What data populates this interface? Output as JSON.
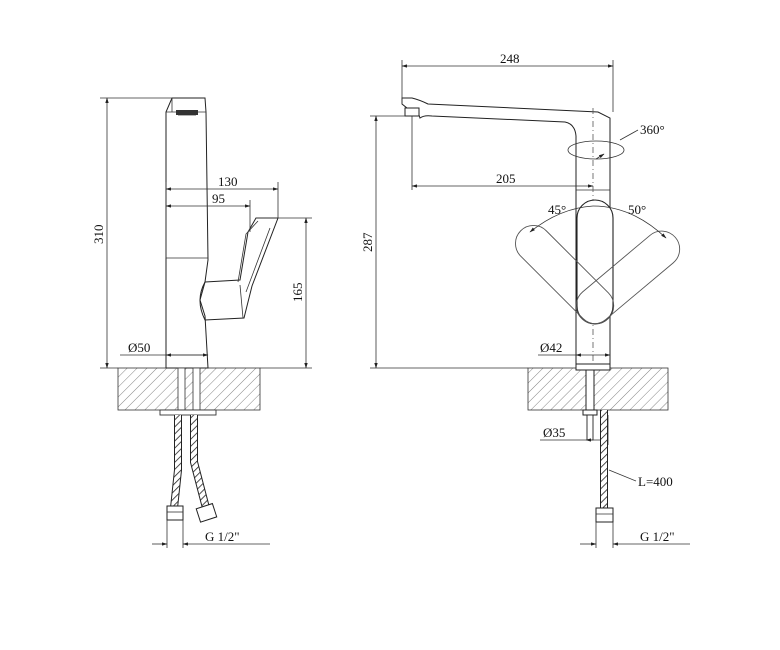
{
  "drawing": {
    "side_view": {
      "height_total": "310",
      "spout_reach": "130",
      "handle_reach": "95",
      "handle_height": "165",
      "base_diameter": "Ø50",
      "connection_thread": "G 1/2\""
    },
    "front_view": {
      "total_width": "248",
      "spout_height": "287",
      "spout_offset": "205",
      "swivel_angle": "360°",
      "lever_angle_left": "45°",
      "lever_angle_right": "50°",
      "body_diameter": "Ø42",
      "mount_diameter": "Ø35",
      "hose_length": "L=400",
      "connection_thread": "G 1/2\""
    }
  }
}
